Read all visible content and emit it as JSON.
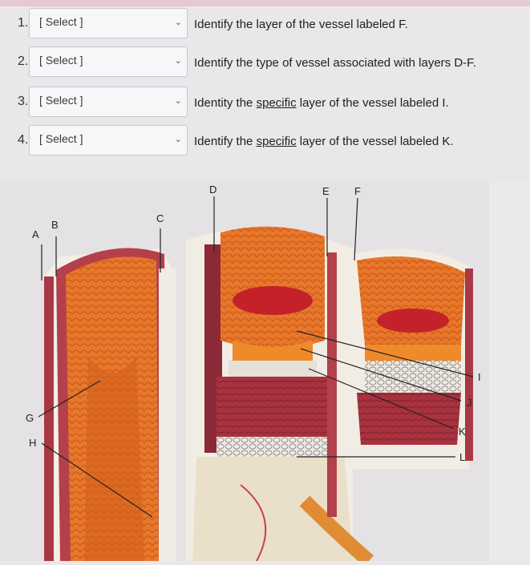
{
  "questions": [
    {
      "num": "1.",
      "select": "[ Select ]",
      "pre": "Identify the layer of the vessel labeled F.",
      "u": "",
      "post": ""
    },
    {
      "num": "2.",
      "select": "[ Select ]",
      "pre": "Identify the type of vessel associated with layers D-F.",
      "u": "",
      "post": ""
    },
    {
      "num": "3.",
      "select": "[ Select ]",
      "pre": "Identity the ",
      "u": "specific",
      "post": " layer of the vessel labeled I."
    },
    {
      "num": "4.",
      "select": "[ Select ]",
      "pre": "Identify the ",
      "u": "specific",
      "post": " layer of the vessel labeled K."
    }
  ],
  "labels": {
    "A": "A",
    "B": "B",
    "C": "C",
    "D": "D",
    "E": "E",
    "F": "F",
    "G": "G",
    "H": "H",
    "I": "I",
    "J": "J",
    "K": "K",
    "L": "L"
  },
  "icons": {
    "chevron": "chevron-down-icon"
  }
}
